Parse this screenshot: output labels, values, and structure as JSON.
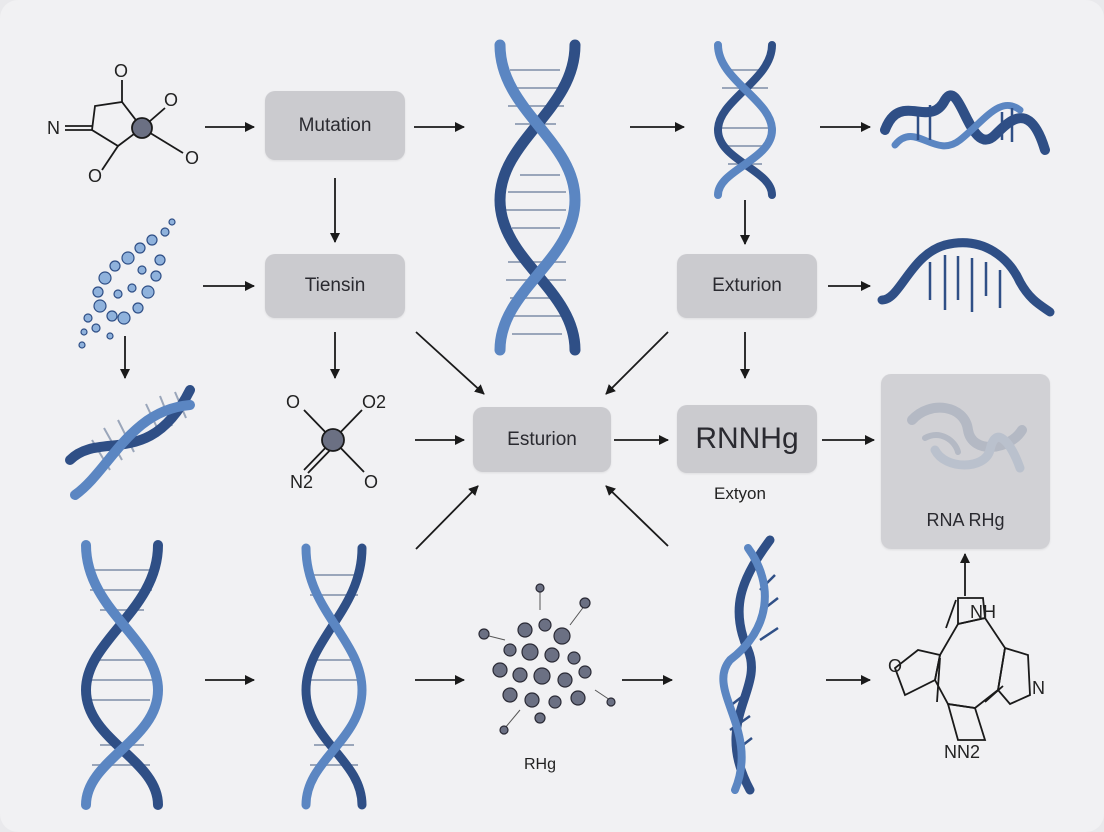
{
  "boxes": {
    "mutation": "Mutation",
    "tiensin": "Tiensin",
    "esturion": "Esturion",
    "exturion": "Exturion",
    "rnnhg": "RNNHg",
    "rna_rhg": "RNA RHg"
  },
  "labels": {
    "extyon": "Extyon",
    "rhg": "RHg"
  },
  "chem_labels": {
    "m1_n": "N",
    "m1_o_top": "O",
    "m1_o_right": "O",
    "m1_o_right2": "O",
    "m1_o_bottom": "O",
    "m2_o_left": "O",
    "m2_o2": "O2",
    "m2_n2": "N2",
    "m2_o_bottom": "O",
    "m3_nh": "NH",
    "m3_o": "O",
    "m3_n": "N",
    "m3_nn2": "NN2"
  },
  "colors": {
    "helix_dark": "#2f4f86",
    "helix_light": "#5b86c2",
    "box_fill": "#cbcbcf",
    "node_fill": "#6b7083",
    "arrow": "#1a1a1a"
  }
}
